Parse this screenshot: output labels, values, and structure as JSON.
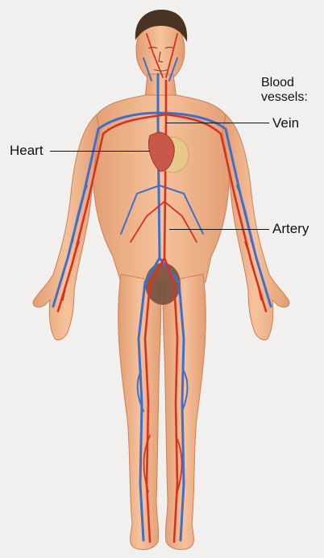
{
  "labels": {
    "heading_line1": "Blood",
    "heading_line2": "vessels:",
    "vein": "Vein",
    "heart": "Heart",
    "artery": "Artery"
  },
  "colors": {
    "background": "#f1f0ee",
    "skin": "#f0b48a",
    "skin_shadow": "#d98e61",
    "vein": "#3f6fc9",
    "artery": "#d8311f",
    "hair": "#4b3324",
    "heart": "#c9584a",
    "fat": "#e7c98a"
  },
  "icons": {
    "figure": "human-circulatory-system-illustration"
  }
}
